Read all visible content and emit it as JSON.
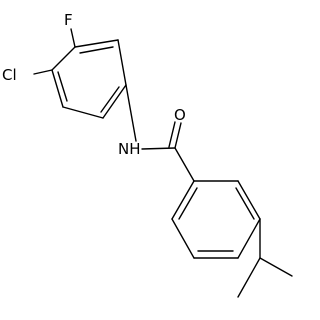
{
  "molecule": {
    "atoms": {
      "fluorine": "F",
      "chlorine": "Cl",
      "amide_nitrogen": "NH",
      "carbonyl_oxygen": "O"
    }
  }
}
